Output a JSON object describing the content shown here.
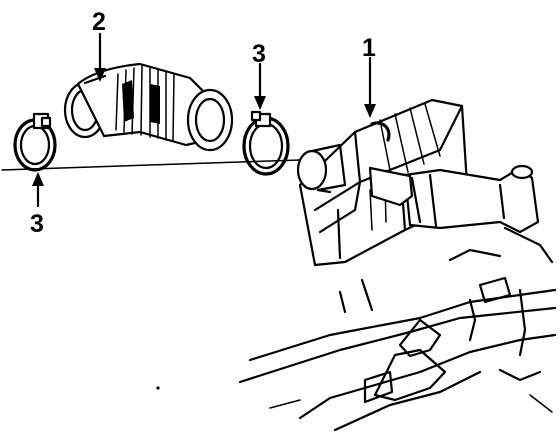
{
  "callouts": {
    "part_1": "1",
    "part_2": "2",
    "part_3_upper": "3",
    "part_3_lower": "3"
  }
}
